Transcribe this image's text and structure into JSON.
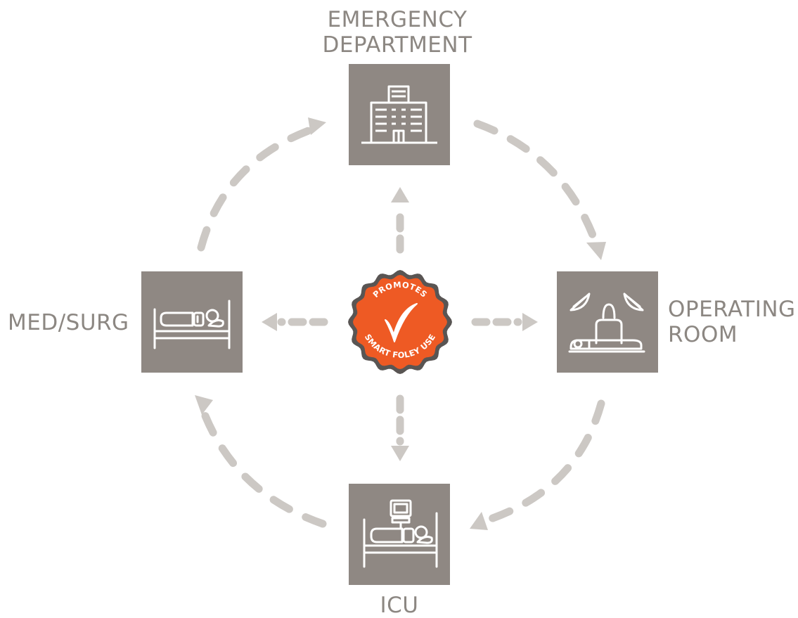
{
  "nodes": {
    "emergency": {
      "line1": "EMERGENCY",
      "line2": "DEPARTMENT",
      "icon": "hospital-building-icon"
    },
    "operating": {
      "line1": "OPERATING",
      "line2": "ROOM",
      "icon": "surgery-icon"
    },
    "icu": {
      "label": "ICU",
      "icon": "icu-bed-monitor-icon"
    },
    "medsurg": {
      "label": "MED/SURG",
      "icon": "hospital-bed-icon"
    }
  },
  "badge": {
    "top_text": "PROMOTES",
    "bottom_text": "SMART FOLEY USE",
    "icon": "checkmark-icon"
  },
  "colors": {
    "box": "#8f8883",
    "arrow": "#ccc8c4",
    "label": "#8c8782",
    "badge_orange": "#ee5a24",
    "badge_border": "#595553"
  }
}
